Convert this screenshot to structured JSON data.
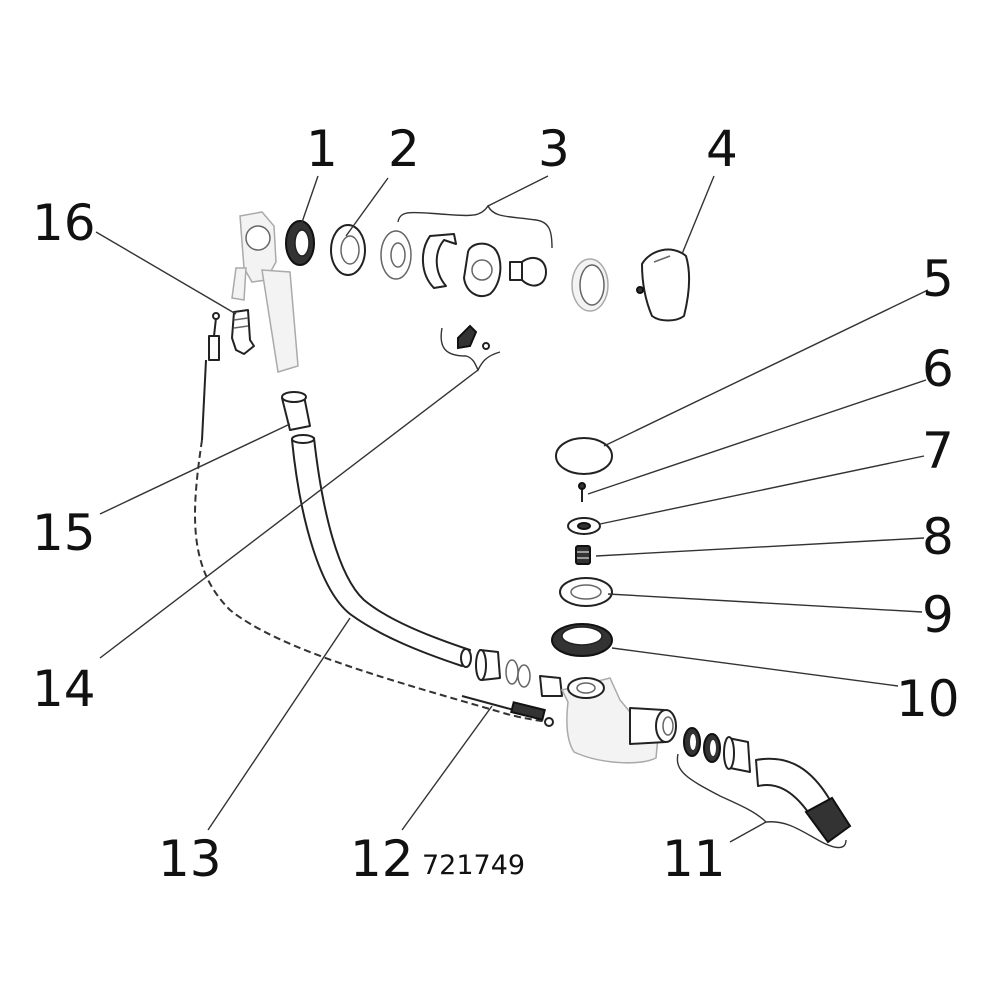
{
  "callouts": [
    {
      "id": "1",
      "label": "1"
    },
    {
      "id": "2",
      "label": "2"
    },
    {
      "id": "3",
      "label": "3"
    },
    {
      "id": "4",
      "label": "4"
    },
    {
      "id": "5",
      "label": "5"
    },
    {
      "id": "6",
      "label": "6"
    },
    {
      "id": "7",
      "label": "7"
    },
    {
      "id": "8",
      "label": "8"
    },
    {
      "id": "9",
      "label": "9"
    },
    {
      "id": "10",
      "label": "10"
    },
    {
      "id": "11",
      "label": "11"
    },
    {
      "id": "12",
      "label": "12"
    },
    {
      "id": "13",
      "label": "13"
    },
    {
      "id": "14",
      "label": "14"
    },
    {
      "id": "15",
      "label": "15"
    },
    {
      "id": "16",
      "label": "16"
    }
  ],
  "part_code": "721749"
}
